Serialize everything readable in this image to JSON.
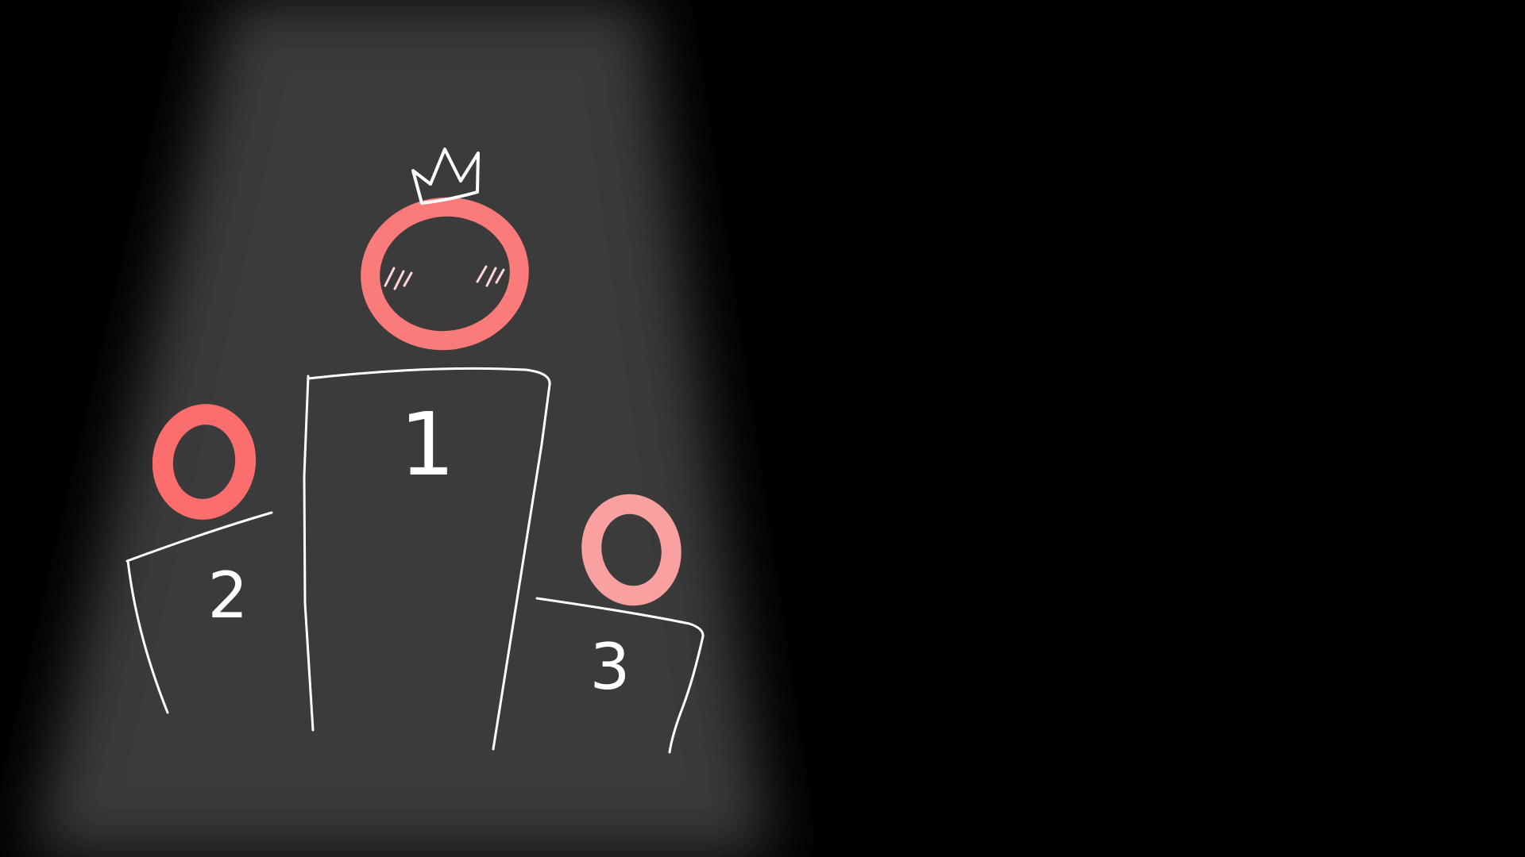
{
  "colors": {
    "background": "#000000",
    "spotlight": "#3a3a3a",
    "chalk": "#ffffff",
    "head_first": "#fb7a7a",
    "head_second": "#fc6e6e",
    "head_third": "#f9a0a0",
    "blush": "#ffd6d6"
  },
  "icons": {
    "crown": "crown-icon",
    "podium": "podium-icon",
    "person": "person-head-icon"
  },
  "podium": {
    "first": {
      "label": "1"
    },
    "second": {
      "label": "2"
    },
    "third": {
      "label": "3"
    }
  }
}
